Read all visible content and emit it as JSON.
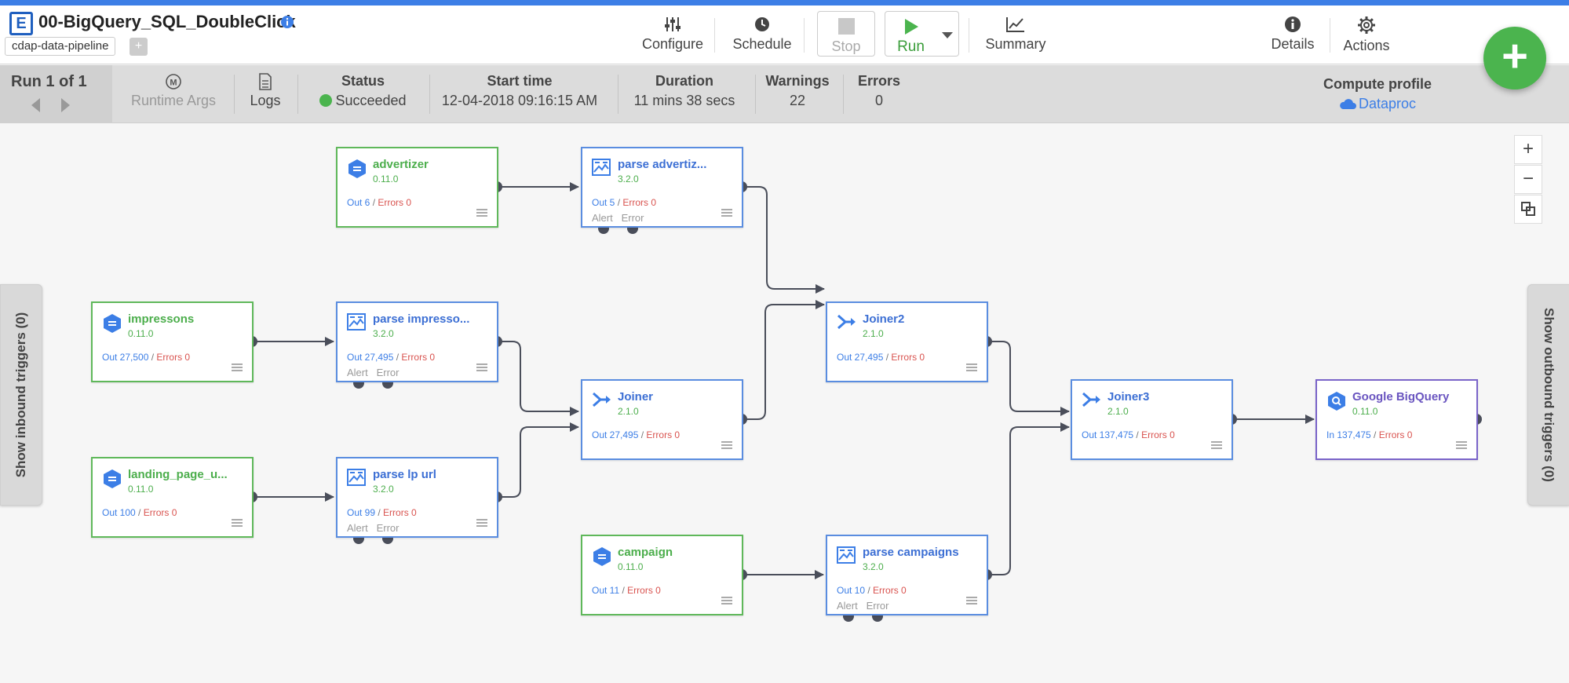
{
  "pipeline": {
    "title": "00-BigQuery_SQL_DoubleClick",
    "namespace": "cdap-data-pipeline",
    "namespace_add": "+"
  },
  "toolbar": {
    "configure": "Configure",
    "schedule": "Schedule",
    "stop": "Stop",
    "run": "Run",
    "summary": "Summary",
    "details": "Details",
    "actions": "Actions",
    "add": "+"
  },
  "runbar": {
    "run_count": "Run 1 of 1",
    "runtime_args": "Runtime Args",
    "runtime_args_badge": "M",
    "logs": "Logs",
    "status_label": "Status",
    "status_value": "Succeeded",
    "start_label": "Start time",
    "start_value": "12-04-2018 09:16:15 AM",
    "duration_label": "Duration",
    "duration_value": "11 mins 38 secs",
    "warnings_label": "Warnings",
    "warnings_value": "22",
    "errors_label": "Errors",
    "errors_value": "0",
    "compute_label": "Compute profile",
    "compute_value": "Dataproc"
  },
  "triggers": {
    "inbound": "Show inbound triggers (0)",
    "outbound": "Show outbound triggers (0)"
  },
  "zoom": {
    "in": "+",
    "out": "−"
  },
  "nodes": {
    "advertizer": {
      "name": "advertizer",
      "version": "0.11.0",
      "metric_label": "Out 6",
      "errors": "Errors 0"
    },
    "parse_advertizer": {
      "name": "parse advertiz...",
      "version": "3.2.0",
      "metric_label": "Out 5",
      "errors": "Errors 0",
      "alert": "Alert",
      "error": "Error"
    },
    "impressons": {
      "name": "impressons",
      "version": "0.11.0",
      "metric_label": "Out 27,500",
      "errors": "Errors 0"
    },
    "parse_impressions": {
      "name": "parse impresso...",
      "version": "3.2.0",
      "metric_label": "Out 27,495",
      "errors": "Errors 0",
      "alert": "Alert",
      "error": "Error"
    },
    "landing_page": {
      "name": "landing_page_u...",
      "version": "0.11.0",
      "metric_label": "Out 100",
      "errors": "Errors 0"
    },
    "parse_lp_url": {
      "name": "parse lp url",
      "version": "3.2.0",
      "metric_label": "Out 99",
      "errors": "Errors 0",
      "alert": "Alert",
      "error": "Error"
    },
    "joiner": {
      "name": "Joiner",
      "version": "2.1.0",
      "metric_label": "Out 27,495",
      "errors": "Errors 0"
    },
    "joiner2": {
      "name": "Joiner2",
      "version": "2.1.0",
      "metric_label": "Out 27,495",
      "errors": "Errors 0"
    },
    "joiner3": {
      "name": "Joiner3",
      "version": "2.1.0",
      "metric_label": "Out 137,475",
      "errors": "Errors 0"
    },
    "bigquery": {
      "name": "Google BigQuery",
      "version": "0.11.0",
      "metric_label": "In 137,475",
      "errors": "Errors 0"
    },
    "campaign": {
      "name": "campaign",
      "version": "0.11.0",
      "metric_label": "Out 11",
      "errors": "Errors 0"
    },
    "parse_campaigns": {
      "name": "parse campaigns",
      "version": "3.2.0",
      "metric_label": "Out 10",
      "errors": "Errors 0",
      "alert": "Alert",
      "error": "Error"
    }
  },
  "colors": {
    "accent": "#3c7ee6",
    "source_border": "#5fb85a",
    "transform_border": "#5a8de0",
    "sink_border": "#7a64c9",
    "success": "#4bb44e",
    "error_text": "#d9534f"
  }
}
